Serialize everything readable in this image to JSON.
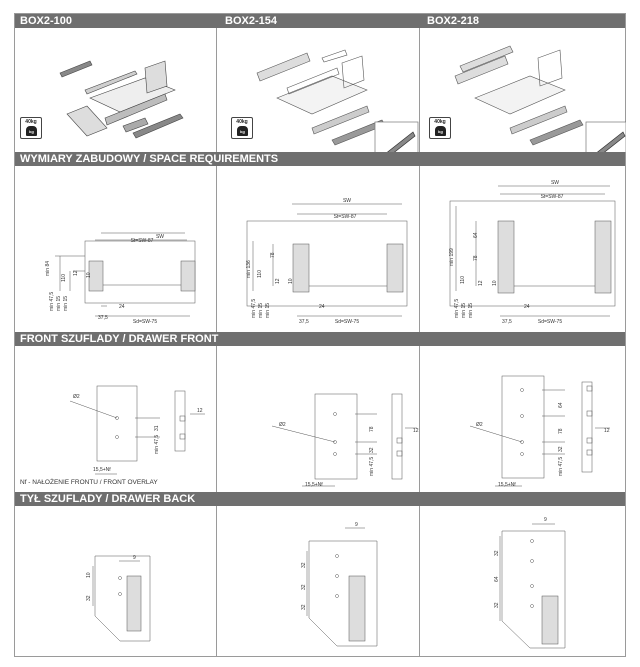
{
  "columns": [
    {
      "title": "BOX2-100",
      "badge_weight": "40kg",
      "badge_unit": "kg"
    },
    {
      "title": "BOX2-154",
      "badge_weight": "40kg",
      "badge_unit": "kg"
    },
    {
      "title": "BOX2-218",
      "badge_weight": "40kg",
      "badge_unit": "kg"
    }
  ],
  "sections": {
    "space": "WYMIARY ZABUDOWY / SPACE REQUIREMENTS",
    "front": "FRONT SZUFLADY / DRAWER FRONT",
    "back": "TYŁ SZUFLADY / DRAWER BACK"
  },
  "space_labels": {
    "sw": "SW",
    "st": "St=SW-87",
    "sd": "Sd=SW-75",
    "min84": "min 84",
    "min136": "min 136",
    "min199": "min 199",
    "v110": "110",
    "v12": "12",
    "v10": "10",
    "v78": "78",
    "v64": "64",
    "min47": "min 47,5",
    "min15a": "min 15",
    "min15b": "min 15",
    "v24": "24",
    "v375": "37,5"
  },
  "front_labels": {
    "phi": "Ø2",
    "v12": "12",
    "v31": "31",
    "v475": "min 47,5",
    "v78": "78",
    "v32": "32",
    "v64": "64",
    "v155": "15,5+Nf",
    "note": "Nf - NAŁOŻENIE FRONTU / FRONT OVERLAY"
  },
  "back_labels": {
    "v9": "9",
    "v32": "32",
    "v64": "64",
    "v10": "10"
  }
}
